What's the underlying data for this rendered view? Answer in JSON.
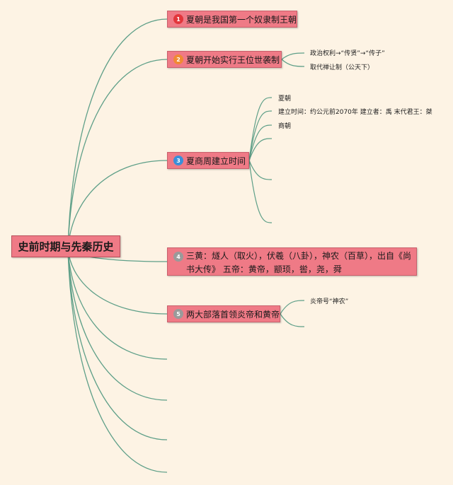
{
  "root": {
    "label": "史前时期与先秦历史"
  },
  "topics": [
    {
      "id": "t1",
      "label": "夏朝是我国第一个奴隶制王朝",
      "badge": {
        "text": "1",
        "color": "#e2363b"
      },
      "children": []
    },
    {
      "id": "t2",
      "label": "夏朝开始实行王位世袭制",
      "badge": {
        "text": "2",
        "color": "#f08a33"
      },
      "children": [
        {
          "label": "政治权利→“传贤”→“传子”"
        },
        {
          "label": "取代禅让制（公天下）"
        }
      ]
    },
    {
      "id": "t3",
      "label": "夏商周建立时间",
      "badge": {
        "text": "3",
        "color": "#3a8fd9"
      },
      "children": [
        {
          "label": "夏朝"
        },
        {
          "label": "建立时间：约公元前2070年 建立者：禹 末代君王：桀"
        },
        {
          "label": "商朝"
        },
        {
          "label": ""
        },
        {
          "label": ""
        },
        {
          "label": ""
        }
      ]
    },
    {
      "id": "t4",
      "label": "三黄：燧人（取火），伏羲（八卦），神农（百草），出自《尚书大传》 五帝：黄帝，颛顼，喾，尧，舜",
      "badge": {
        "text": "4",
        "color": "#9a9a9a"
      },
      "children": []
    },
    {
      "id": "t5",
      "label": "两大部落首领炎帝和黄帝",
      "badge": {
        "text": "5",
        "color": "#9a9a9a"
      },
      "children": [
        {
          "label": "炎帝号“神农”"
        },
        {
          "label": ""
        }
      ]
    }
  ],
  "colors": {
    "background": "#fdf3e4",
    "node_fill": "#ef7a86",
    "branch_line": "#5e9f88"
  }
}
